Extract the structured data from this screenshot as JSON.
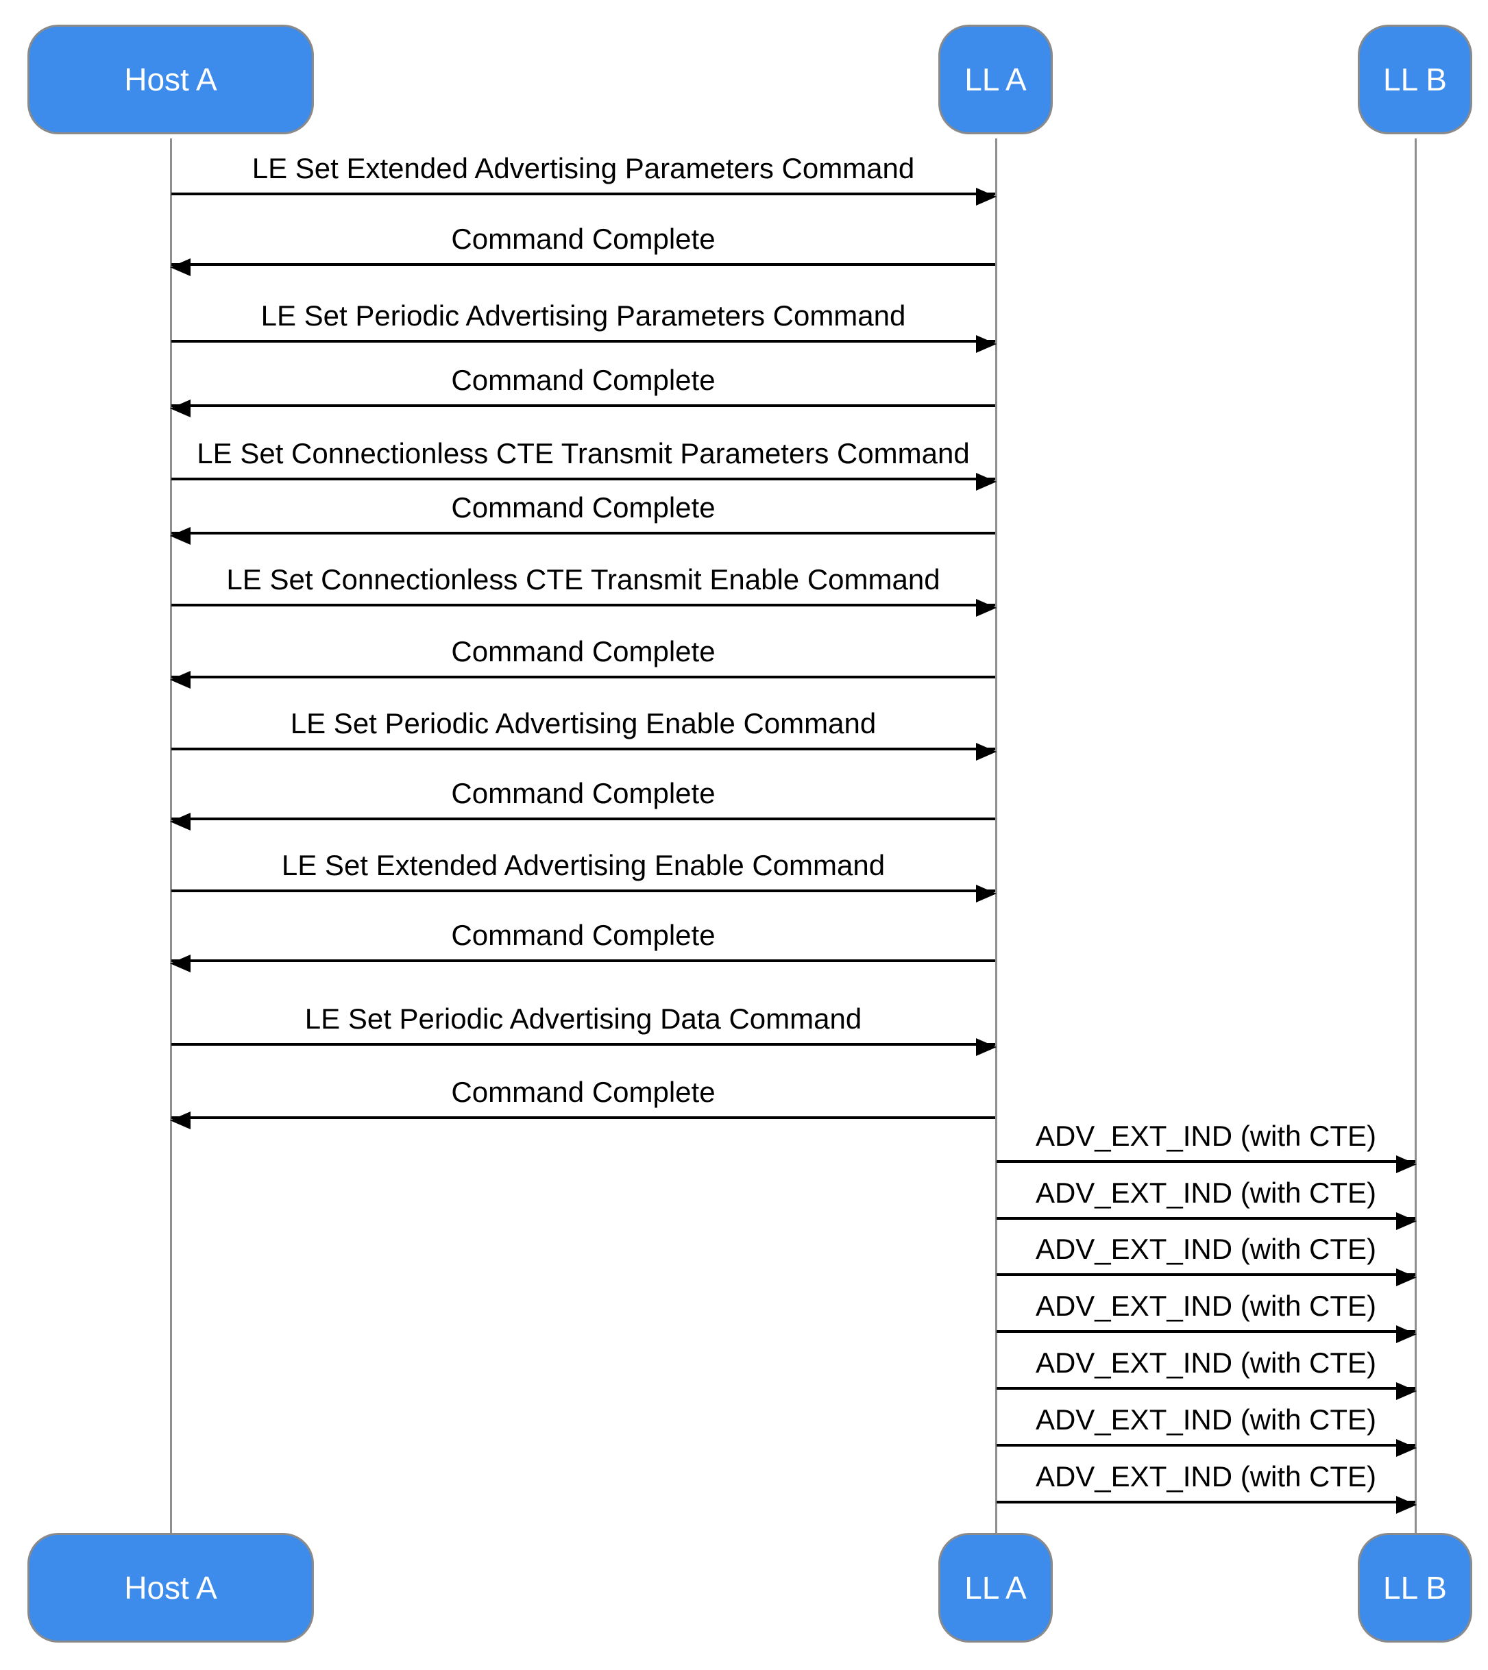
{
  "actors": [
    {
      "label": "Host A"
    },
    {
      "label": "LL A"
    },
    {
      "label": "LL B"
    }
  ],
  "colors": {
    "actor_fill": "#3d8cec",
    "actor_border": "#8a8a8a",
    "actor_text": "#ffffff",
    "lifeline": "#8f8f8f",
    "message_line": "#000000",
    "label_text": "#000000",
    "background": "#ffffff"
  },
  "messages": [
    {
      "label": "LE Set Extended Advertising Parameters Command",
      "from": "Host A",
      "to": "LL A"
    },
    {
      "label": "Command Complete",
      "from": "LL A",
      "to": "Host A"
    },
    {
      "label": "LE Set Periodic Advertising Parameters Command",
      "from": "Host A",
      "to": "LL A"
    },
    {
      "label": "Command Complete",
      "from": "LL A",
      "to": "Host A"
    },
    {
      "label": "LE Set Connectionless CTE Transmit Parameters Command",
      "from": "Host A",
      "to": "LL A"
    },
    {
      "label": "Command Complete",
      "from": "LL A",
      "to": "Host A"
    },
    {
      "label": "LE Set Connectionless CTE Transmit Enable Command",
      "from": "Host A",
      "to": "LL A"
    },
    {
      "label": "Command Complete",
      "from": "LL A",
      "to": "Host A"
    },
    {
      "label": "LE Set Periodic Advertising Enable Command",
      "from": "Host A",
      "to": "LL A"
    },
    {
      "label": "Command Complete",
      "from": "LL A",
      "to": "Host A"
    },
    {
      "label": "LE Set Extended Advertising Enable Command",
      "from": "Host A",
      "to": "LL A"
    },
    {
      "label": "Command Complete",
      "from": "LL A",
      "to": "Host A"
    },
    {
      "label": "LE Set Periodic Advertising Data Command",
      "from": "Host A",
      "to": "LL A"
    },
    {
      "label": "Command Complete",
      "from": "LL A",
      "to": "Host A"
    },
    {
      "label": "ADV_EXT_IND (with CTE)",
      "from": "LL A",
      "to": "LL B"
    },
    {
      "label": "ADV_EXT_IND (with CTE)",
      "from": "LL A",
      "to": "LL B"
    },
    {
      "label": "ADV_EXT_IND (with CTE)",
      "from": "LL A",
      "to": "LL B"
    },
    {
      "label": "ADV_EXT_IND (with CTE)",
      "from": "LL A",
      "to": "LL B"
    },
    {
      "label": "ADV_EXT_IND (with CTE)",
      "from": "LL A",
      "to": "LL B"
    },
    {
      "label": "ADV_EXT_IND (with CTE)",
      "from": "LL A",
      "to": "LL B"
    },
    {
      "label": "ADV_EXT_IND (with CTE)",
      "from": "LL A",
      "to": "LL B"
    }
  ]
}
